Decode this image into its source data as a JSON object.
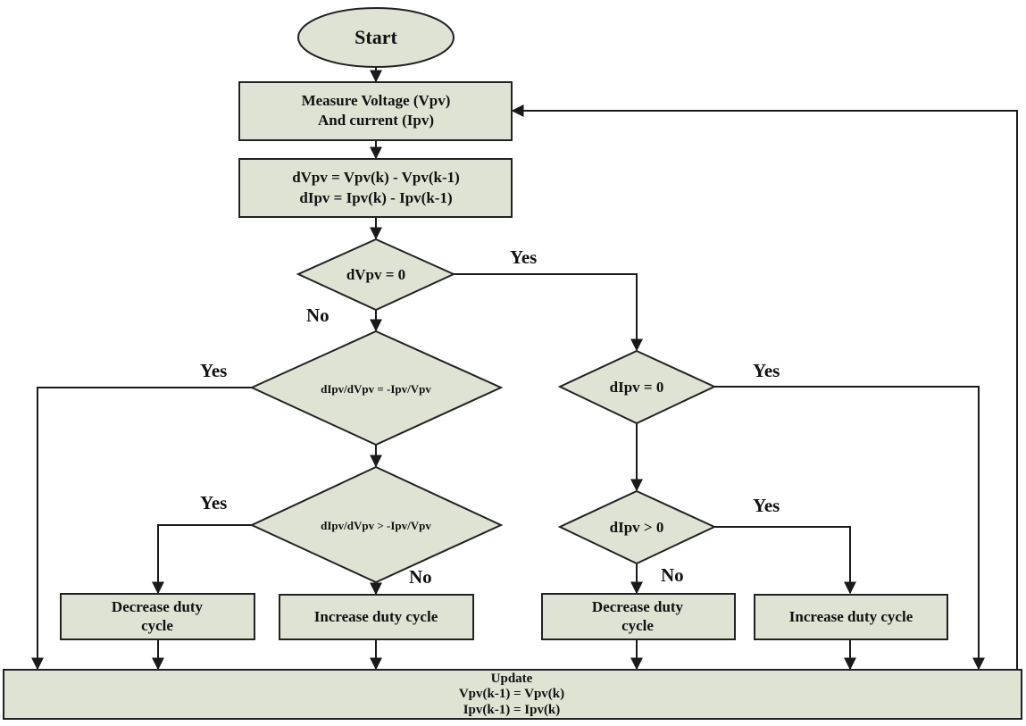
{
  "nodes": {
    "start": "Start",
    "measure_line1": "Measure Voltage (Vpv)",
    "measure_line2": "And current (Ipv)",
    "calc_line1": "dVpv = Vpv(k) - Vpv(k-1)",
    "calc_line2": "dIpv = Ipv(k) - Ipv(k-1)",
    "cond_dvpv_zero": "dVpv = 0",
    "cond_slope_equal": "dIpv/dVpv = -Ipv/Vpv",
    "cond_slope_greater": "dIpv/dVpv > -Ipv/Vpv",
    "cond_dipv_zero": "dIpv = 0",
    "cond_dipv_positive": "dIpv > 0",
    "decrease_left_line1": "Decrease duty",
    "decrease_left_line2": "cycle",
    "increase_left": "Increase duty cycle",
    "decrease_right_line1": "Decrease duty",
    "decrease_right_line2": "cycle",
    "increase_right": "Increase duty cycle",
    "update_line1": "Update",
    "update_line2": "Vpv(k-1) = Vpv(k)",
    "update_line3": "Ipv(k-1) = Ipv(k)"
  },
  "labels": {
    "yes_dvpv": "Yes",
    "no_dvpv": "No",
    "yes_slope_equal": "Yes",
    "yes_slope_greater": "Yes",
    "no_slope_greater": "No",
    "yes_dipv_zero": "Yes",
    "yes_dipv_positive": "Yes",
    "no_dipv_positive": "No"
  }
}
